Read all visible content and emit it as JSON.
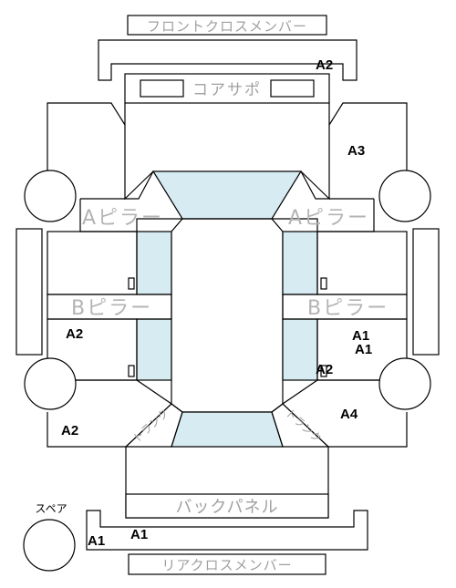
{
  "labels": {
    "front_cross_member": "フロントクロスメンバー",
    "core_support": "コアサポ",
    "a_pillar": "Aピラー",
    "b_pillar": "Bピラー",
    "trunk": "トランク",
    "back_panel": "バックパネル",
    "rear_cross_member": "リアクロスメンバー",
    "spare": "スペア"
  },
  "damage_marks": {
    "front_right_a2": "A2",
    "right_fender_a3": "A3",
    "right_door_a1_top": "A1",
    "right_door_a1_bottom": "A1",
    "right_rear_a2": "A2",
    "right_quarter_a4": "A4",
    "left_door_a2": "A2",
    "left_quarter_a2": "A2",
    "rear_member_a1": "A1",
    "rear_left_a1": "A1"
  },
  "colors": {
    "glass": "#d6ebf2",
    "outline": "#000000",
    "label_gray": "#a0a0a0"
  }
}
